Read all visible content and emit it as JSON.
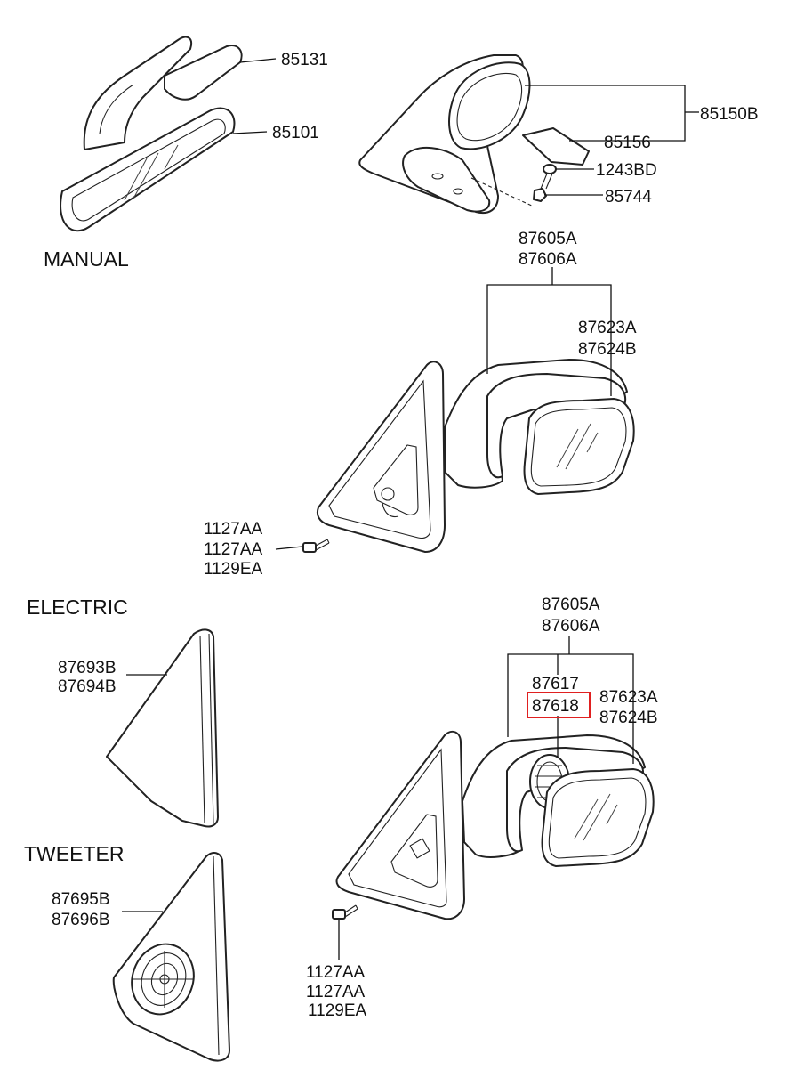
{
  "sections": {
    "manual": "MANUAL",
    "electric": "ELECTRIC",
    "tweeter": "TWEETER"
  },
  "parts": {
    "p85131": "85131",
    "p85101": "85101",
    "p85150B": "85150B",
    "p85156": "85156",
    "p1243BD": "1243BD",
    "p85744": "85744",
    "m_87605A": "87605A",
    "m_87606A": "87606A",
    "m_87623A": "87623A",
    "m_87624B": "87624B",
    "m_1127AA_a": "1127AA",
    "m_1127AA_b": "1127AA",
    "m_1129EA": "1129EA",
    "e_87605A": "87605A",
    "e_87606A": "87606A",
    "e_87617": "87617",
    "e_87618": "87618",
    "e_87623A": "87623A",
    "e_87624B": "87624B",
    "e_1127AA_a": "1127AA",
    "e_1127AA_b": "1127AA",
    "e_1129EA": "1129EA",
    "p87693B": "87693B",
    "p87694B": "87694B",
    "p87695B": "87695B",
    "p87696B": "87696B"
  },
  "highlight": {
    "part": "87618",
    "color": "#e02020"
  }
}
